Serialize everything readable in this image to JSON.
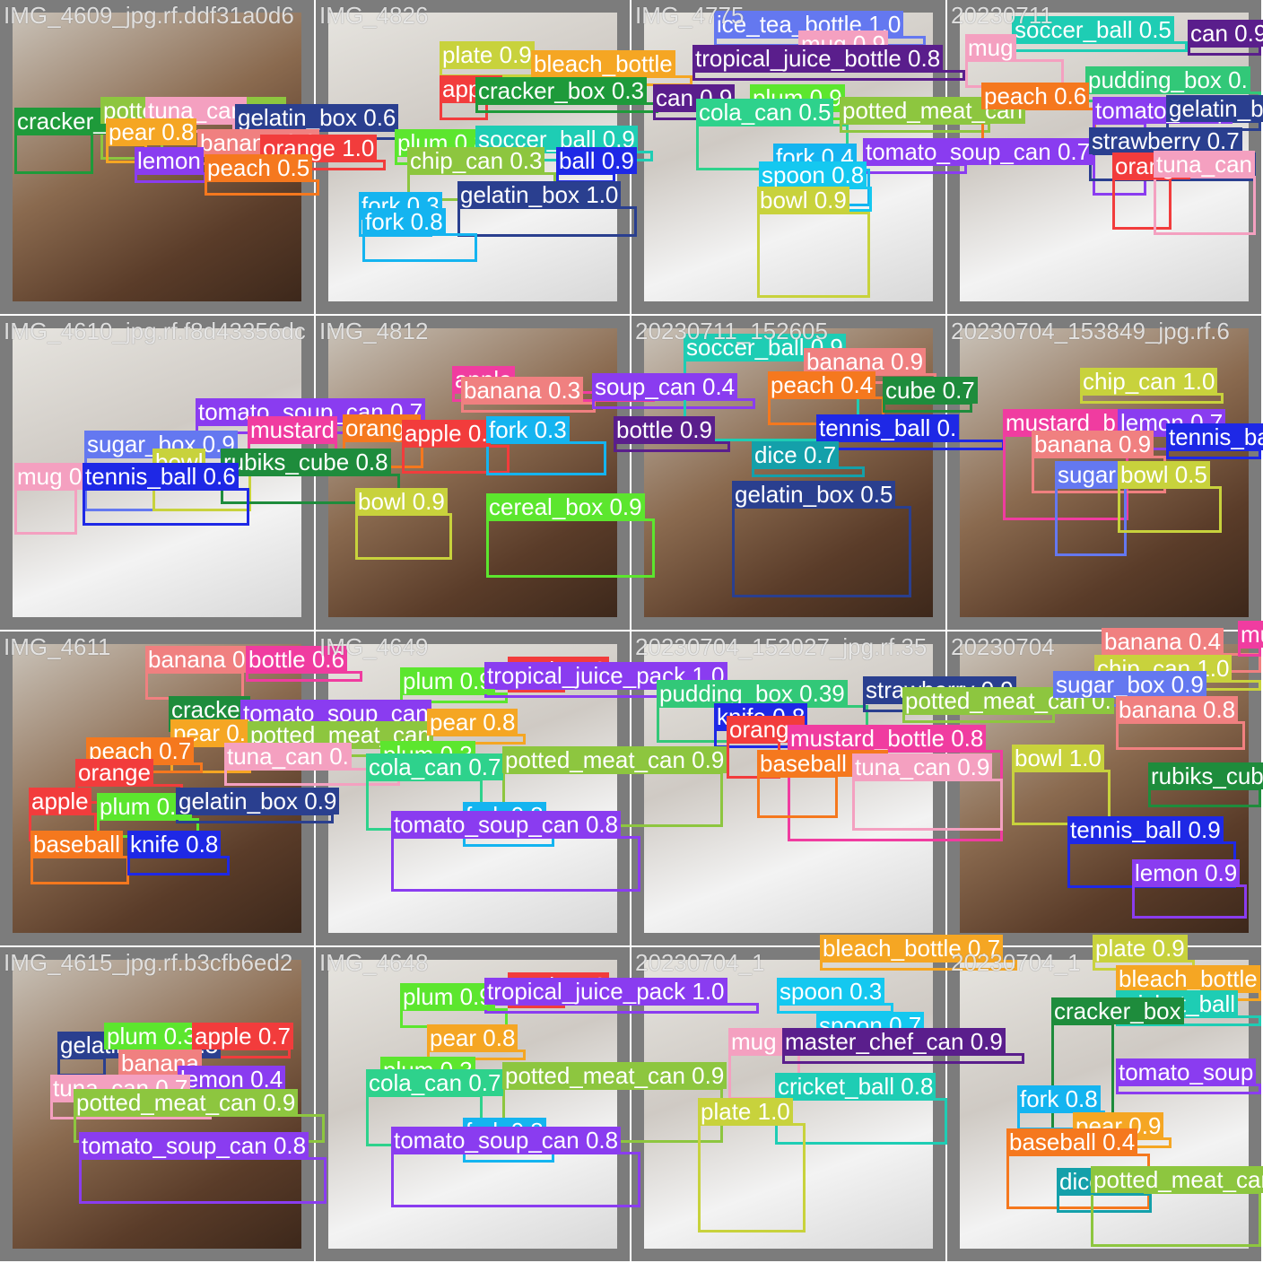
{
  "tiles": [
    {
      "filename": "IMG_4609_jpg.rf.ddf31a0d6",
      "style": "wood",
      "detections": [
        {
          "label": "cracker_box",
          "score": "",
          "color": "#1e9a3a"
        },
        {
          "label": "potted_meat_can",
          "score": "",
          "color": "#8dc63f"
        },
        {
          "label": "tuna_can",
          "score": "",
          "color": "#f4a0c0"
        },
        {
          "label": "gelatin_box",
          "score": "0.6",
          "color": "#2a3f8f"
        },
        {
          "label": "pear",
          "score": "0.8",
          "color": "#f5a623"
        },
        {
          "label": "banana",
          "score": "0.9",
          "color": "#f08080"
        },
        {
          "label": "orange",
          "score": "1.0",
          "color": "#f23c3c"
        },
        {
          "label": "lemon",
          "score": "",
          "color": "#8a3cf0"
        },
        {
          "label": "peach",
          "score": "0.5",
          "color": "#f5781e"
        }
      ]
    },
    {
      "filename": "IMG_4826",
      "style": "light",
      "detections": [
        {
          "label": "plate",
          "score": "0.9",
          "color": "#c8d23c"
        },
        {
          "label": "bleach_bottle",
          "score": "",
          "color": "#f5a623"
        },
        {
          "label": "apple",
          "score": "",
          "color": "#f23c3c"
        },
        {
          "label": "cracker_box",
          "score": "0.3",
          "color": "#1e9a3a"
        },
        {
          "label": "plum",
          "score": "0.8",
          "color": "#5ce62e"
        },
        {
          "label": "soccer_ball",
          "score": "0.9",
          "color": "#1ecdb4"
        },
        {
          "label": "chip_can",
          "score": "0.3",
          "color": "#8dc63f"
        },
        {
          "label": "ball",
          "score": "0.9",
          "color": "#1e28e6"
        },
        {
          "label": "gelatin_box",
          "score": "1.0",
          "color": "#2a3f8f"
        },
        {
          "label": "fork",
          "score": "0.3",
          "color": "#14b4f0"
        },
        {
          "label": "fork",
          "score": "0.8",
          "color": "#14b4f0"
        }
      ]
    },
    {
      "filename": "IMG_4775",
      "style": "light",
      "detections": [
        {
          "label": "ice_tea_bottle",
          "score": "1.0",
          "color": "#6478f0"
        },
        {
          "label": "mug",
          "score": "0.9",
          "color": "#f4a0c0"
        },
        {
          "label": "tropical_juice_bottle",
          "score": "0.8",
          "color": "#5a1e8c"
        },
        {
          "label": "can",
          "score": "0.9",
          "color": "#5a1e8c"
        },
        {
          "label": "plum",
          "score": "0.9",
          "color": "#5ce62e"
        },
        {
          "label": "cola_can",
          "score": "0.5",
          "color": "#2ed28c"
        },
        {
          "label": "potted_meat_can",
          "score": "",
          "color": "#8dc63f"
        },
        {
          "label": "tomato_soup_can",
          "score": "0.7",
          "color": "#8a3cf0"
        },
        {
          "label": "fork",
          "score": "0.4",
          "color": "#14b4f0"
        },
        {
          "label": "spoon",
          "score": "0.8",
          "color": "#14c8f0"
        },
        {
          "label": "bowl",
          "score": "0.9",
          "color": "#c8d23c"
        }
      ]
    },
    {
      "filename": "20230711",
      "style": "light",
      "detections": [
        {
          "label": "soccer_ball",
          "score": "0.5",
          "color": "#1ecdb4"
        },
        {
          "label": "can",
          "score": "0.9",
          "color": "#5a1e8c"
        },
        {
          "label": "mug",
          "score": "",
          "color": "#f4a0c0"
        },
        {
          "label": "pudding_box",
          "score": "0.",
          "color": "#32c878"
        },
        {
          "label": "peach",
          "score": "0.6",
          "color": "#f5781e"
        },
        {
          "label": "tomato_soup",
          "score": "",
          "color": "#8a3cf0"
        },
        {
          "label": "gelatin_b",
          "score": "",
          "color": "#2a3f8f"
        },
        {
          "label": "strawberry",
          "score": "0.7",
          "color": "#2a3f8f"
        },
        {
          "label": "orange",
          "score": "",
          "color": "#f23c3c"
        },
        {
          "label": "tuna_can",
          "score": "",
          "color": "#f4a0c0"
        }
      ]
    },
    {
      "filename": "IMG_4610_jpg.rf.f8d43356dc",
      "style": "light",
      "detections": [
        {
          "label": "tomato_soup_can",
          "score": "0.7",
          "color": "#8a3cf0"
        },
        {
          "label": "mustard",
          "score": "",
          "color": "#f03ca0"
        },
        {
          "label": "sugar_box",
          "score": "0.9",
          "color": "#6478f0"
        },
        {
          "label": "bowl",
          "score": "",
          "color": "#c8d23c"
        },
        {
          "label": "rubiks_cube",
          "score": "0.8",
          "color": "#1e8c3c"
        },
        {
          "label": "mug",
          "score": "0",
          "color": "#f4a0c0"
        },
        {
          "label": "tennis_ball",
          "score": "0.6",
          "color": "#1e28e6"
        }
      ]
    },
    {
      "filename": "IMG_4812",
      "style": "wood",
      "detections": [
        {
          "label": "apple",
          "score": "",
          "color": "#f03ca0"
        },
        {
          "label": "banana",
          "score": "0.3",
          "color": "#f08080"
        },
        {
          "label": "soup_can",
          "score": "0.4",
          "color": "#8a3cf0"
        },
        {
          "label": "orange",
          "score": "",
          "color": "#f5781e"
        },
        {
          "label": "apple",
          "score": "0.",
          "color": "#f23c3c"
        },
        {
          "label": "fork",
          "score": "0.3",
          "color": "#14b4f0"
        },
        {
          "label": "bottle",
          "score": "0.9",
          "color": "#5a1e8c"
        },
        {
          "label": "bowl",
          "score": "0.9",
          "color": "#c8d23c"
        },
        {
          "label": "cereal_box",
          "score": "0.9",
          "color": "#5ce62e"
        }
      ]
    },
    {
      "filename": "20230711_152605",
      "style": "wood",
      "detections": [
        {
          "label": "soccer_ball",
          "score": "0.9",
          "color": "#1ecdb4"
        },
        {
          "label": "banana",
          "score": "0.9",
          "color": "#f08080"
        },
        {
          "label": "peach",
          "score": "0.4",
          "color": "#f5781e"
        },
        {
          "label": "cube",
          "score": "0.7",
          "color": "#1e8c3c"
        },
        {
          "label": "tennis_ball",
          "score": "0.",
          "color": "#1e28e6"
        },
        {
          "label": "dice",
          "score": "0.7",
          "color": "#14a0aa"
        },
        {
          "label": "gelatin_box",
          "score": "0.5",
          "color": "#2a3f8f"
        }
      ]
    },
    {
      "filename": "20230704_153849_jpg.rf.6",
      "style": "wood",
      "detections": [
        {
          "label": "chip_can",
          "score": "1.0",
          "color": "#c8d23c"
        },
        {
          "label": "mustard_b",
          "score": "",
          "color": "#f03ca0"
        },
        {
          "label": "lemon",
          "score": "0.7",
          "color": "#8a3cf0"
        },
        {
          "label": "banana",
          "score": "0.9",
          "color": "#f08080"
        },
        {
          "label": "tennis_ball",
          "score": "",
          "color": "#1e28e6"
        },
        {
          "label": "sugar",
          "score": "",
          "color": "#6478f0"
        },
        {
          "label": "bowl",
          "score": "0.5",
          "color": "#c8d23c"
        }
      ]
    },
    {
      "filename": "IMG_4611",
      "style": "wood",
      "detections": [
        {
          "label": "banana",
          "score": "0.3",
          "color": "#f08080"
        },
        {
          "label": "bottle",
          "score": "0.6",
          "color": "#f03ca0"
        },
        {
          "label": "cracker",
          "score": "",
          "color": "#1e8c3c"
        },
        {
          "label": "tomato_soup_can",
          "score": "",
          "color": "#8a3cf0"
        },
        {
          "label": "pear",
          "score": "0.",
          "color": "#f5a623"
        },
        {
          "label": "potted_meat_can",
          "score": "",
          "color": "#8dc63f"
        },
        {
          "label": "peach",
          "score": "0.7",
          "color": "#f5781e"
        },
        {
          "label": "tuna_can",
          "score": "0.",
          "color": "#f4a0c0"
        },
        {
          "label": "orange",
          "score": "",
          "color": "#f23c3c"
        },
        {
          "label": "apple",
          "score": "",
          "color": "#f23c3c"
        },
        {
          "label": "plum",
          "score": "0.7",
          "color": "#5ce62e"
        },
        {
          "label": "gelatin_box",
          "score": "0.9",
          "color": "#2a3f8f"
        },
        {
          "label": "baseball",
          "score": "",
          "color": "#f5781e"
        },
        {
          "label": "knife",
          "score": "0.8",
          "color": "#1e28e6"
        }
      ]
    },
    {
      "filename": "IMG_4649",
      "style": "light",
      "detections": [
        {
          "label": "plum",
          "score": "0.9",
          "color": "#5ce62e"
        },
        {
          "label": "apple",
          "score": "1.0",
          "color": "#f23c3c"
        },
        {
          "label": "tropical_juice_pack",
          "score": "1.0",
          "color": "#8a3cf0"
        },
        {
          "label": "pear",
          "score": "0.8",
          "color": "#f5a623"
        },
        {
          "label": "plum",
          "score": "0.3",
          "color": "#5ce62e"
        },
        {
          "label": "cola_can",
          "score": "0.7",
          "color": "#2ed28c"
        },
        {
          "label": "potted_meat_can",
          "score": "0.9",
          "color": "#8dc63f"
        },
        {
          "label": "fork",
          "score": "0.8",
          "color": "#14b4f0"
        },
        {
          "label": "tomato_soup_can",
          "score": "0.8",
          "color": "#8a3cf0"
        }
      ]
    },
    {
      "filename": "20230704_152027_jpg.rf.35",
      "style": "light",
      "detections": [
        {
          "label": "pudding_box",
          "score": "0.39",
          "color": "#32c878"
        },
        {
          "label": "strawberry",
          "score": "0.9",
          "color": "#2a3f8f"
        },
        {
          "label": "potted_meat_can",
          "score": "0.",
          "color": "#8dc63f"
        },
        {
          "label": "knife",
          "score": "0.8",
          "color": "#1e28e6"
        },
        {
          "label": "orange",
          "score": "",
          "color": "#f23c3c"
        },
        {
          "label": "mustard_bottle",
          "score": "0.8",
          "color": "#f03ca0"
        },
        {
          "label": "baseball",
          "score": "0.9",
          "color": "#f5781e"
        },
        {
          "label": "tuna_can",
          "score": "0.9",
          "color": "#f4a0c0"
        }
      ]
    },
    {
      "filename": "20230704",
      "style": "wood",
      "detections": [
        {
          "label": "banana",
          "score": "0.4",
          "color": "#f08080"
        },
        {
          "label": "mustard_bottle",
          "score": "",
          "color": "#f03ca0"
        },
        {
          "label": "chip_can",
          "score": "1.0",
          "color": "#c8d23c"
        },
        {
          "label": "sugar_box",
          "score": "0.9",
          "color": "#6478f0"
        },
        {
          "label": "banana",
          "score": "0.8",
          "color": "#f08080"
        },
        {
          "label": "bowl",
          "score": "1.0",
          "color": "#c8d23c"
        },
        {
          "label": "rubiks_cube",
          "score": "",
          "color": "#1e8c3c"
        },
        {
          "label": "tennis_ball",
          "score": "0.9",
          "color": "#1e28e6"
        },
        {
          "label": "lemon",
          "score": "0.9",
          "color": "#8a3cf0"
        }
      ]
    },
    {
      "filename": "IMG_4615_jpg.rf.b3cfb6ed2",
      "style": "wood",
      "detections": [
        {
          "label": "gelatin_box",
          "score": "0.5",
          "color": "#2a3f8f"
        },
        {
          "label": "plum",
          "score": "0.3",
          "color": "#5ce62e"
        },
        {
          "label": "apple",
          "score": "0.7",
          "color": "#f23c3c"
        },
        {
          "label": "banana",
          "score": "",
          "color": "#f08080"
        },
        {
          "label": "lemon",
          "score": "0.4",
          "color": "#8a3cf0"
        },
        {
          "label": "tuna_can",
          "score": "0.7",
          "color": "#f4a0c0"
        },
        {
          "label": "potted_meat_can",
          "score": "0.9",
          "color": "#8dc63f"
        },
        {
          "label": "tomato_soup_can",
          "score": "0.8",
          "color": "#8a3cf0"
        }
      ]
    },
    {
      "filename": "IMG_4648",
      "style": "light",
      "detections": [
        {
          "label": "plum",
          "score": "0.9",
          "color": "#5ce62e"
        },
        {
          "label": "apple",
          "score": "1.0",
          "color": "#f23c3c"
        },
        {
          "label": "tropical_juice_pack",
          "score": "1.0",
          "color": "#8a3cf0"
        },
        {
          "label": "pear",
          "score": "0.8",
          "color": "#f5a623"
        },
        {
          "label": "plum",
          "score": "0.3",
          "color": "#5ce62e"
        },
        {
          "label": "cola_can",
          "score": "0.7",
          "color": "#2ed28c"
        },
        {
          "label": "potted_meat_can",
          "score": "0.9",
          "color": "#8dc63f"
        },
        {
          "label": "fork",
          "score": "0.8",
          "color": "#14b4f0"
        },
        {
          "label": "tomato_soup_can",
          "score": "0.8",
          "color": "#8a3cf0"
        }
      ]
    },
    {
      "filename": "20230704_1",
      "style": "light",
      "detections": [
        {
          "label": "bleach_bottle",
          "score": "0.7",
          "color": "#f5a623"
        },
        {
          "label": "spoon",
          "score": "0.3",
          "color": "#14c8f0"
        },
        {
          "label": "spoon",
          "score": "0.7",
          "color": "#14c8f0"
        },
        {
          "label": "mug",
          "score": "0.8",
          "color": "#f4a0c0"
        },
        {
          "label": "master_chef_can",
          "score": "0.9",
          "color": "#5a1e8c"
        },
        {
          "label": "cricket_ball",
          "score": "0.8",
          "color": "#1ecdb4"
        },
        {
          "label": "plate",
          "score": "1.0",
          "color": "#c8d23c"
        }
      ]
    },
    {
      "filename": "20230704_1",
      "style": "light",
      "detections": [
        {
          "label": "plate",
          "score": "0.9",
          "color": "#c8d23c"
        },
        {
          "label": "bleach_bottle",
          "score": "",
          "color": "#f5a623"
        },
        {
          "label": "cricket_ball",
          "score": "",
          "color": "#1ecdb4"
        },
        {
          "label": "cracker_box",
          "score": "",
          "color": "#1e8c3c"
        },
        {
          "label": "tomato_soup",
          "score": "",
          "color": "#8a3cf0"
        },
        {
          "label": "fork",
          "score": "0.8",
          "color": "#14b4f0"
        },
        {
          "label": "pear",
          "score": "0.9",
          "color": "#f5a623"
        },
        {
          "label": "baseball",
          "score": "0.4",
          "color": "#f5781e"
        },
        {
          "label": "dice",
          "score": "0.4",
          "color": "#14a0aa"
        },
        {
          "label": "potted_meat_can",
          "score": "",
          "color": "#8dc63f"
        }
      ]
    }
  ]
}
